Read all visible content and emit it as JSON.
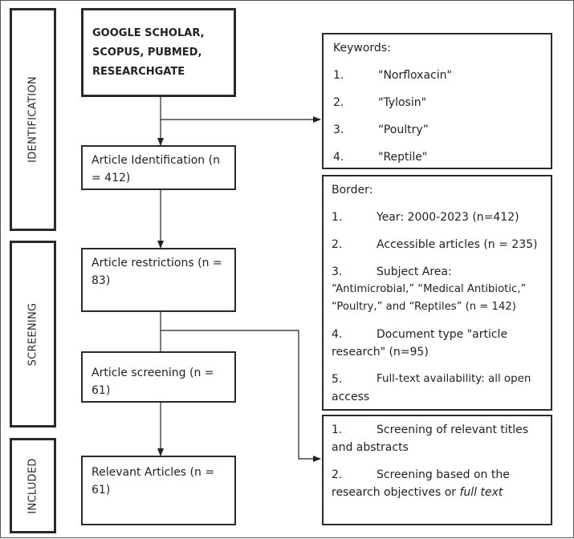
{
  "stages": {
    "identification": "IDENTIFICATION",
    "screening": "SCREENING",
    "included": "INCLUDED"
  },
  "flow": {
    "sources": [
      "GOOGLE SCHOLAR,",
      "SCOPUS, PUBMED,",
      "RESEARCHGATE"
    ],
    "identification": [
      "Article Identification (n",
      "= 412)"
    ],
    "restrictions": [
      "Article restrictions (n =",
      "83)"
    ],
    "screening": [
      "Article screening (n =",
      "61)"
    ],
    "relevant": [
      "Relevant Articles (n =",
      "61)"
    ]
  },
  "keywords": {
    "title": "Keywords:",
    "items": [
      {
        "num": "1.",
        "text": "\"Norfloxacin\""
      },
      {
        "num": "2.",
        "text": "\"Tylosin\""
      },
      {
        "num": "3.",
        "text": "“Poultry”"
      },
      {
        "num": "4.",
        "text": "\"Reptile\""
      }
    ]
  },
  "border": {
    "title": "Border:",
    "items": [
      {
        "num": "1.",
        "first": "Year: 2000-2023 (n=412)",
        "rest": ""
      },
      {
        "num": "2.",
        "first": "Accessible articles (n = 235)",
        "rest": ""
      },
      {
        "num": "3.",
        "first": "Subject Area:",
        "rest": "“Antimicrobial,” “Medical Antibiotic,” “Poultry,” and “Reptiles” (n = 142)"
      },
      {
        "num": "4.",
        "first": "Document type \"article",
        "rest": "research\" (n=95)"
      },
      {
        "num": "5.",
        "first": "Full-text availability: all open",
        "rest": "access"
      }
    ]
  },
  "screening_criteria": {
    "items": [
      {
        "num": "1.",
        "first": "Screening of relevant titles",
        "rest": "and abstracts",
        "italic": ""
      },
      {
        "num": "2.",
        "first": "Screening based on the",
        "rest": "research objectives or ",
        "italic": "full text"
      }
    ]
  }
}
